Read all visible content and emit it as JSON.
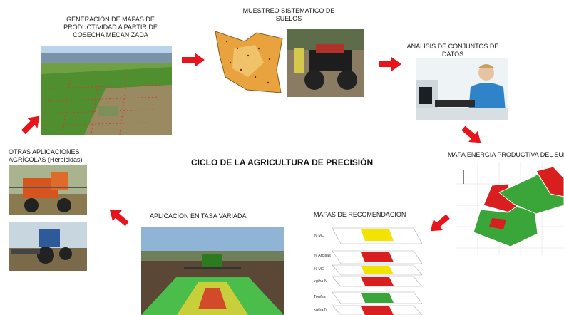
{
  "title": "CICLO DE LA AGRICULTURA DE PRECISIÓN",
  "steps": {
    "s1": "GENERACIÓN DE MAPAS DE PRODUCTIVIDAD A PARTIR DE COSECHA MECANIZADA",
    "s2": "MUESTREO SISTEMATICO DE SUELOS",
    "s3": "ANALISIS DE CONJUNTOS DE DATOS",
    "s4": "MAPA ENERGIA PRODUCTIVA DEL SUELO",
    "s5": "MAPAS DE RECOMENDACION",
    "s6": "APLICACION EN TASA VARIADA",
    "s7": "OTRAS APLICACIONES AGRÍCOLAS (Herbicidas)"
  },
  "layers": [
    "% MO",
    "% Arcillas",
    "% MO",
    "kg/ha N",
    "Ton/ha",
    "kg/ha N"
  ],
  "colors": {
    "arrow": "#e8141b",
    "green": "#3aa63a",
    "red": "#d81e1e",
    "yellow": "#f1e400"
  }
}
